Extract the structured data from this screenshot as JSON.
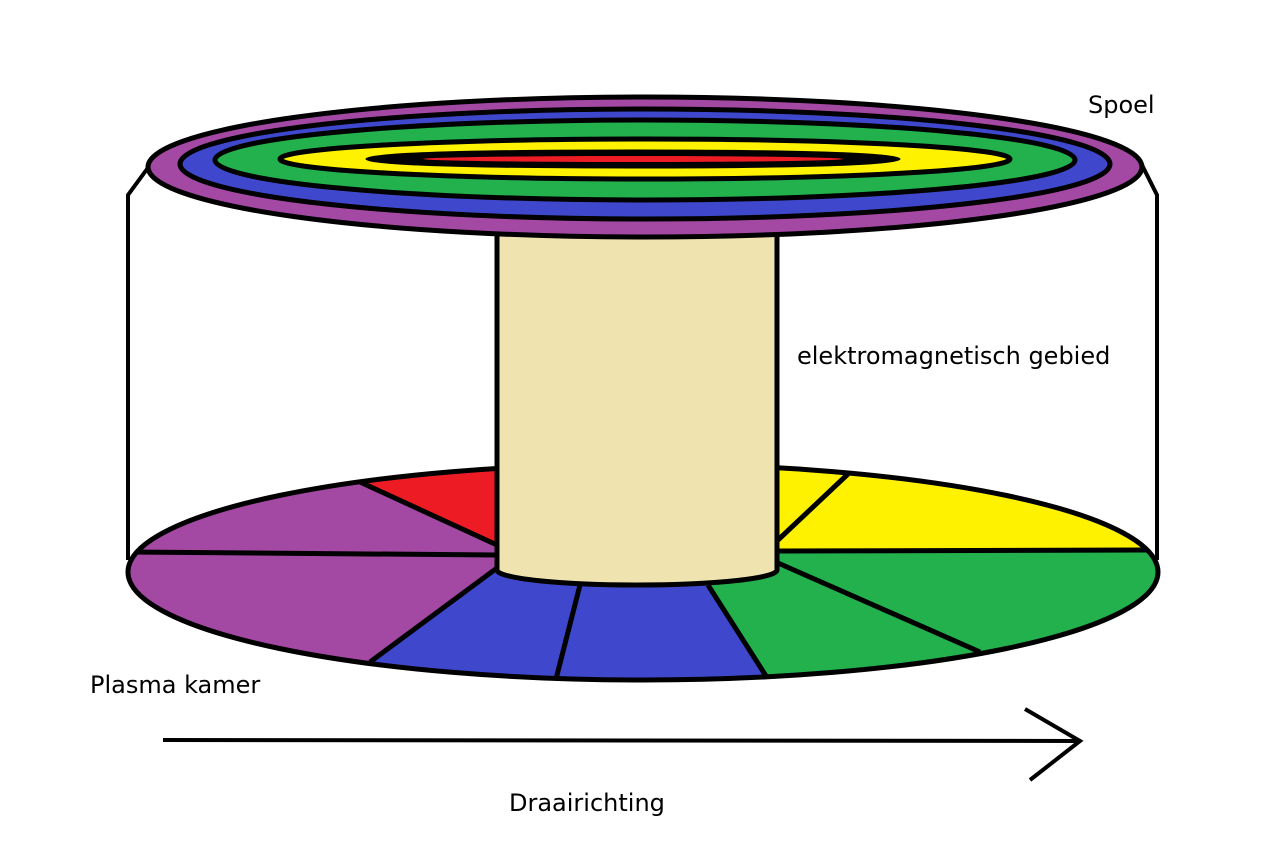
{
  "labels": {
    "coil": "Spoel",
    "field": "elektromagnetisch gebied",
    "chamber": "Plasma kamer",
    "direction": "Draairichting"
  },
  "colors": {
    "purple": "#A349A4",
    "blue": "#3F48CC",
    "green": "#22B14C",
    "yellow": "#FFF200",
    "red": "#ED1C24",
    "column": "#EFE4B0",
    "outline": "#000000"
  }
}
